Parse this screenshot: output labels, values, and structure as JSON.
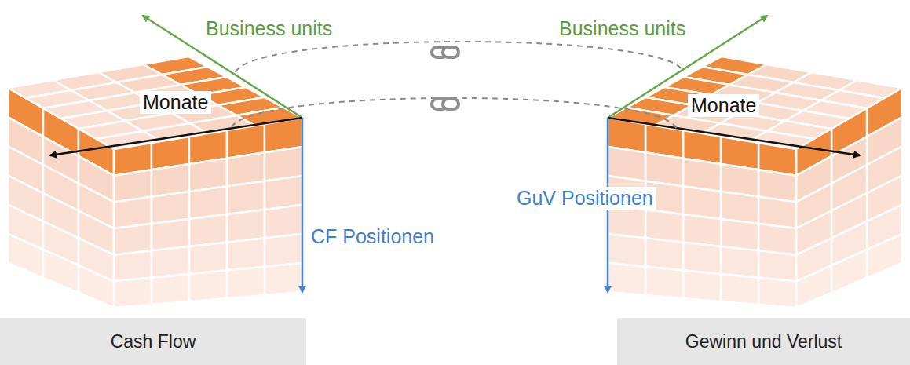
{
  "diagram": {
    "nodes": [
      {
        "text": [
          "Cash Flow"
        ]
      },
      {
        "text": [
          "Gewinn und Verlust"
        ]
      }
    ],
    "labels": [
      "Business units",
      "Business units",
      "Monate",
      "Monate",
      "GuV Positionen",
      "CF Positionen"
    ]
  }
}
